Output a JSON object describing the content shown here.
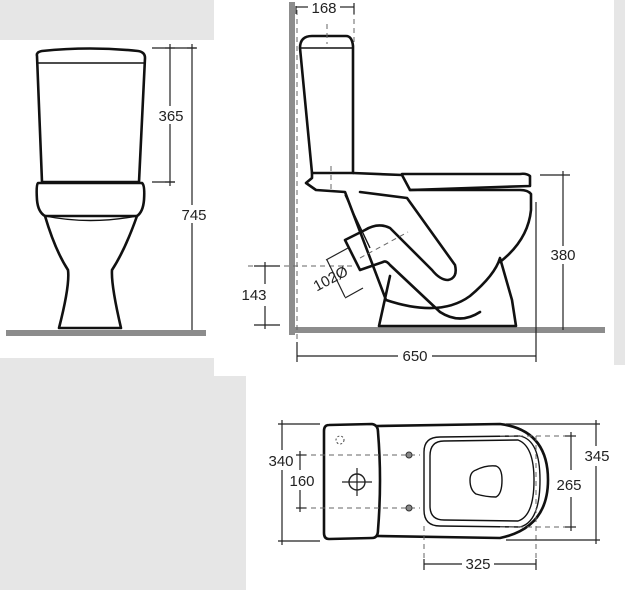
{
  "drawing": {
    "title": "Close-coupled toilet technical dimensions",
    "units": "mm",
    "colors": {
      "background": "#ffffff",
      "panel": "#e6e6e6",
      "floor": "#8c8c8c",
      "line": "#111111"
    },
    "front_view": {
      "dimensions": {
        "cistern_height": "365",
        "total_height": "745"
      }
    },
    "side_view": {
      "dimensions": {
        "cistern_depth": "168",
        "outlet_diameter": "102Ø",
        "outlet_height": "143",
        "rim_height": "380",
        "total_depth": "650"
      }
    },
    "top_view": {
      "dimensions": {
        "cistern_width": "340",
        "fixing_spacing": "160",
        "bowl_width": "345",
        "seat_width": "265",
        "bowl_length": "325"
      }
    }
  }
}
